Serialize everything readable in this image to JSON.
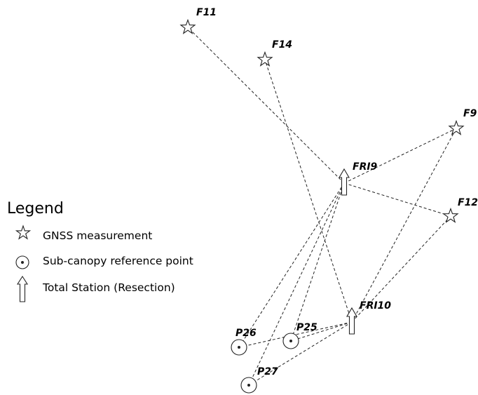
{
  "legend": {
    "title": "Legend",
    "items": [
      {
        "symbol": "star",
        "label": "GNSS measurement"
      },
      {
        "symbol": "circle-dot",
        "label": "Sub-canopy reference point"
      },
      {
        "symbol": "arrow",
        "label": "Total Station (Resection)"
      }
    ]
  },
  "points": {
    "F11": {
      "label": "F11",
      "type": "star"
    },
    "F14": {
      "label": "F14",
      "type": "star"
    },
    "F9": {
      "label": "F9",
      "type": "star"
    },
    "F12": {
      "label": "F12",
      "type": "star"
    },
    "FRI9": {
      "label": "FRI9",
      "type": "arrow"
    },
    "FRI10": {
      "label": "FRI10",
      "type": "arrow"
    },
    "P26": {
      "label": "P26",
      "type": "circle-dot"
    },
    "P25": {
      "label": "P25",
      "type": "circle-dot"
    },
    "P27": {
      "label": "P27",
      "type": "circle-dot"
    }
  },
  "connections": [
    [
      "FRI9",
      "F11"
    ],
    [
      "FRI9",
      "F9"
    ],
    [
      "FRI9",
      "F12"
    ],
    [
      "FRI9",
      "P26"
    ],
    [
      "FRI9",
      "P25"
    ],
    [
      "FRI9",
      "P27"
    ],
    [
      "FRI10",
      "F14"
    ],
    [
      "FRI10",
      "F9"
    ],
    [
      "FRI10",
      "F12"
    ],
    [
      "FRI10",
      "P26"
    ],
    [
      "FRI10",
      "P25"
    ],
    [
      "FRI10",
      "P27"
    ]
  ]
}
